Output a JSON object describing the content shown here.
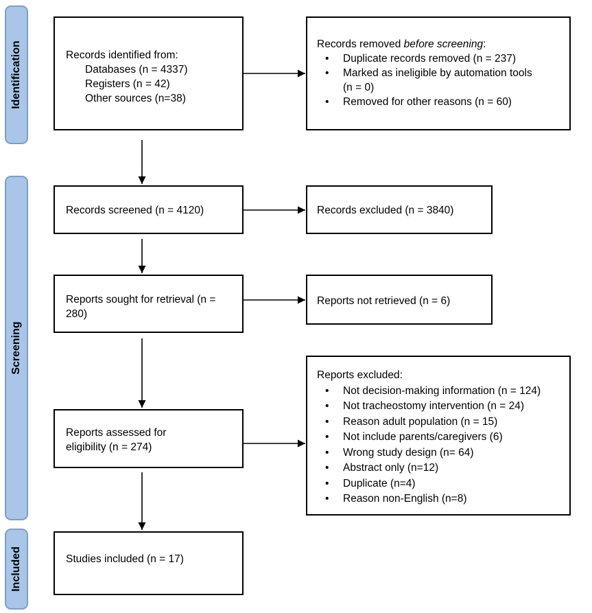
{
  "phases": {
    "identification": "Identification",
    "screening": "Screening",
    "included": "Included"
  },
  "identified": {
    "heading": "Records identified from:",
    "sources": [
      "Databases (n = 4337)",
      "Registers (n = 42)",
      "Other sources (n=38)"
    ]
  },
  "removed": {
    "heading_prefix": "Records removed ",
    "heading_italic": "before screening",
    "heading_suffix": ":",
    "items": [
      "Duplicate records removed (n = 237)",
      "Marked as ineligible by automation tools (n = 0)",
      "Removed for other reasons (n = 60)"
    ]
  },
  "screened": {
    "text": "Records screened (n = 4120)"
  },
  "excluded": {
    "text": "Records excluded (n = 3840)"
  },
  "sought": {
    "text": "Reports sought for retrieval (n = 280)"
  },
  "not_retrieved": {
    "text": "Reports not retrieved (n = 6)"
  },
  "assessed": {
    "text": "Reports assessed for eligibility (n = 274)"
  },
  "reports_excluded": {
    "heading": "Reports excluded:",
    "items": [
      "Not decision-making information (n = 124)",
      "Not tracheostomy intervention (n = 24)",
      "Reason adult population (n = 15)",
      "Not include parents/caregivers (6)",
      "Wrong study design (n= 64)",
      "Abstract only (n=12)",
      "Duplicate (n=4)",
      "Reason non-English (n=8)"
    ]
  },
  "included": {
    "text": "Studies included (n = 17)"
  }
}
